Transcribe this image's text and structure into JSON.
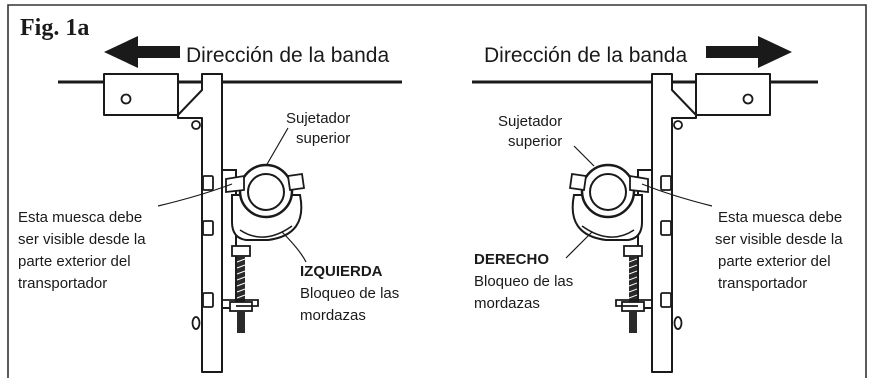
{
  "figure_label": "Fig. 1a",
  "left": {
    "direction_label": "Dirección de la banda",
    "top_clamp_line1": "Sujetador",
    "top_clamp_line2": "superior",
    "notch_line1": "Esta muesca debe",
    "notch_line2": "ser visible desde la",
    "notch_line3": "parte exterior del",
    "notch_line4": "transportador",
    "side_label": "IZQUIERDA",
    "lock_line1": "Bloqueo de las",
    "lock_line2": "mordazas"
  },
  "right": {
    "direction_label": "Dirección de la banda",
    "top_clamp_line1": "Sujetador",
    "top_clamp_line2": "superior",
    "notch_line1": "Esta muesca debe",
    "notch_line2": "ser visible desde la",
    "notch_line3": "parte exterior del",
    "notch_line4": "transportador",
    "side_label": "DERECHO",
    "lock_line1": "Bloqueo de las",
    "lock_line2": "mordazas"
  }
}
